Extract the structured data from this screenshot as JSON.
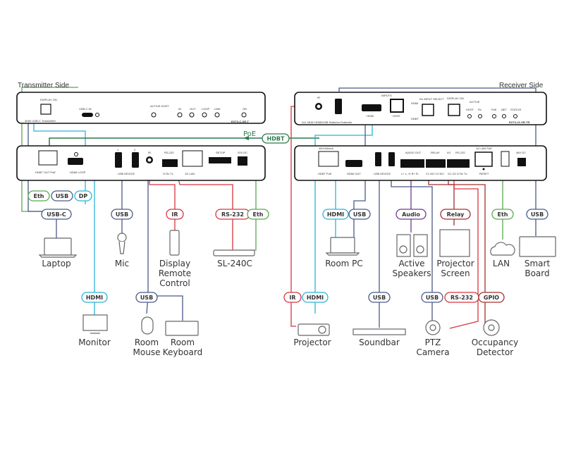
{
  "sides": {
    "transmitter": "Transmitter Side",
    "receiver": "Receiver Side"
  },
  "colors": {
    "eth": "#5aa854",
    "usb": "#4a5a8a",
    "hdmi": "#29b5d8",
    "ir": "#d9343f",
    "rs232": "#d9343f",
    "audio": "#6b3c8e",
    "relay": "#a33030",
    "gpio": "#a33030",
    "hdbt": "#2b7a4b",
    "device": "#111111"
  },
  "link": {
    "poe": "PoE",
    "hdbt": "HDBT"
  },
  "transmitter": {
    "front": {
      "model": "EXT3-C-XR-T",
      "name": "4K60 USB-C Transmitter",
      "display_on": "DISPLAY ON",
      "usb_c_in": "USB-C IN",
      "active_host": "ACTIVE HOST",
      "leds": [
        "IN",
        "OUT",
        "LOOP",
        "LINK",
        "ON"
      ]
    },
    "rear": {
      "hdbt_out": "HDBT OUT PoE",
      "hdmi_loop": "HDMI LOOP",
      "usb_device": "USB DEVICE",
      "usb_ports": [
        "1",
        "2"
      ],
      "ir": "IR",
      "rs232": "RS-232",
      "rs232_pins": "G Rx Tx",
      "lan": "1G LAN",
      "setup": "SETUP",
      "power": "20V DC"
    }
  },
  "receiver": {
    "front": {
      "model": "EXT3-21-XR-TR",
      "name": "2x1 4K60 HDMI/USB Switcher Extender",
      "ir": "IR",
      "inputs": "INPUTS",
      "hdmi": "HDMI",
      "host": "HOST",
      "hdmi_led": "HDMI",
      "hdbt_led": "HDBT",
      "rx_input_select": "Rx INPUT SELECT",
      "display_on": "DISPLAY ON",
      "active": "ACTIVE",
      "active_leds": [
        "HOST",
        "Rx"
      ],
      "status_leds": [
        "PoE",
        "NET",
        "STATUS"
      ]
    },
    "rear": {
      "hdbt_in": "HDBT PoE",
      "hdbt_top": "48V/360mA",
      "hdmi_out": "HDMI OUT",
      "usb_device": "USB DEVICE",
      "audio_out": "AUDIO OUT",
      "audio_pins": "L+ L- G R+ R-",
      "relay": "RELAY",
      "relay_pins": "C1 NO C2 NO",
      "io": "I/O",
      "rs232": "RS-232",
      "rs232_pins": "G1 G2 G Rx Tx",
      "lan": "1G LAN PoE",
      "reset": "RESET",
      "power": "48V DC"
    }
  },
  "tx_endpoints": [
    {
      "name": "Laptop",
      "lines": [
        "Laptop"
      ]
    },
    {
      "name": "Mic",
      "lines": [
        "Mic"
      ]
    },
    {
      "name": "Display Remote Control",
      "lines": [
        "Display",
        "Remote",
        "Control"
      ]
    },
    {
      "name": "SL-240C",
      "lines": [
        "SL-240C"
      ]
    },
    {
      "name": "Monitor",
      "lines": [
        "Monitor"
      ]
    },
    {
      "name": "Room Mouse",
      "lines": [
        "Room",
        "Mouse"
      ]
    },
    {
      "name": "Room Keyboard",
      "lines": [
        "Room",
        "Keyboard"
      ]
    }
  ],
  "rx_endpoints": [
    {
      "name": "Room PC",
      "lines": [
        "Room PC"
      ]
    },
    {
      "name": "Active Speakers",
      "lines": [
        "Active",
        "Speakers"
      ]
    },
    {
      "name": "Projector Screen",
      "lines": [
        "Projector",
        "Screen"
      ]
    },
    {
      "name": "LAN",
      "lines": [
        "LAN"
      ]
    },
    {
      "name": "Smart Board",
      "lines": [
        "Smart",
        "Board"
      ]
    },
    {
      "name": "Projector",
      "lines": [
        "Projector"
      ]
    },
    {
      "name": "Soundbar",
      "lines": [
        "Soundbar"
      ]
    },
    {
      "name": "PTZ Camera",
      "lines": [
        "PTZ",
        "Camera"
      ]
    },
    {
      "name": "Occupancy Detector",
      "lines": [
        "Occupancy",
        "Detector"
      ]
    }
  ],
  "pills": {
    "tx_eth": "Eth",
    "tx_usb": "USB",
    "tx_dp": "DP",
    "tx_usbc": "USB-C",
    "tx_mic_usb": "USB",
    "tx_ir": "IR",
    "tx_rs232": "RS-232",
    "tx_eth2": "Eth",
    "tx_hdmi": "HDMI",
    "tx_usb2": "USB",
    "rx_hdmi": "HDMI",
    "rx_usb": "USB",
    "rx_audio": "Audio",
    "rx_relay": "Relay",
    "rx_eth": "Eth",
    "rx_usb_sb": "USB",
    "rx_ir": "IR",
    "rx_hdmi2": "HDMI",
    "rx_usb_soundbar": "USB",
    "rx_usb_cam": "USB",
    "rx_rs232": "RS-232",
    "rx_gpio": "GPIO"
  }
}
